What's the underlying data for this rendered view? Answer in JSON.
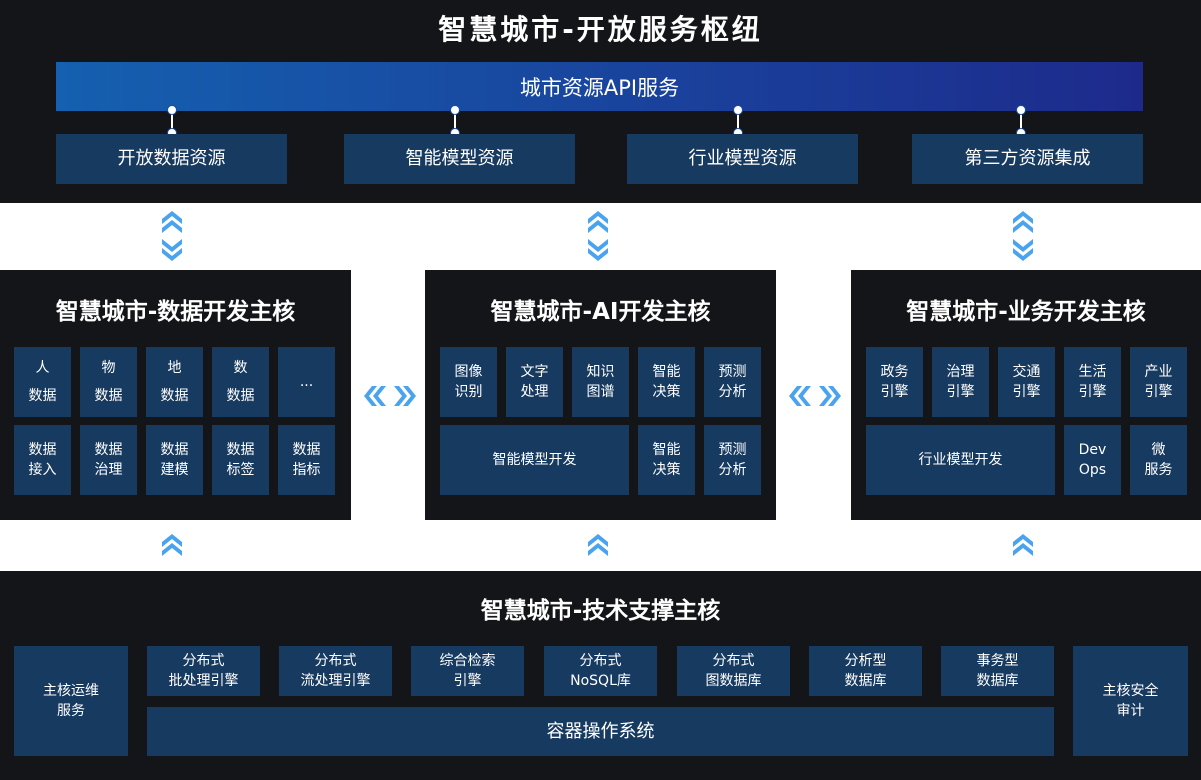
{
  "hub": {
    "title": "智慧城市-开放服务枢纽",
    "api_bar": "城市资源API服务",
    "resources": [
      "开放数据资源",
      "智能模型资源",
      "行业模型资源",
      "第三方资源集成"
    ]
  },
  "data_core": {
    "title": "智慧城市-数据开发主核",
    "row1": [
      "人\n数据",
      "物\n数据",
      "地\n数据",
      "数\n数据",
      "..."
    ],
    "row2": [
      "数据\n接入",
      "数据\n治理",
      "数据\n建模",
      "数据\n标签",
      "数据\n指标"
    ]
  },
  "ai_core": {
    "title": "智慧城市-AI开发主核",
    "row1": [
      "图像\n识别",
      "文字\n处理",
      "知识\n图谱",
      "智能\n决策",
      "预测\n分析"
    ],
    "wide": "智能模型开发",
    "row2": [
      "智能\n决策",
      "预测\n分析"
    ]
  },
  "biz_core": {
    "title": "智慧城市-业务开发主核",
    "row1": [
      "政务\n引擎",
      "治理\n引擎",
      "交通\n引擎",
      "生活\n引擎",
      "产业\n引擎"
    ],
    "wide": "行业模型开发",
    "row2": [
      "Dev\nOps",
      "微\n服务"
    ]
  },
  "tech_core": {
    "title": "智慧城市-技术支撑主核",
    "left": "主核运维\n服务",
    "right": "主核安全\n审计",
    "modules": [
      "分布式\n批处理引擎",
      "分布式\n流处理引擎",
      "综合检索\n引擎",
      "分布式\nNoSQL库",
      "分布式\n图数据库",
      "分析型\n数据库",
      "事务型\n数据库"
    ],
    "os": "容器操作系统"
  },
  "colors": {
    "panel": "#141518",
    "box": "#173a60",
    "api_gradient_start": "#1560b0",
    "api_gradient_end": "#1d2a8c",
    "arrow": "#4aa3ee"
  }
}
